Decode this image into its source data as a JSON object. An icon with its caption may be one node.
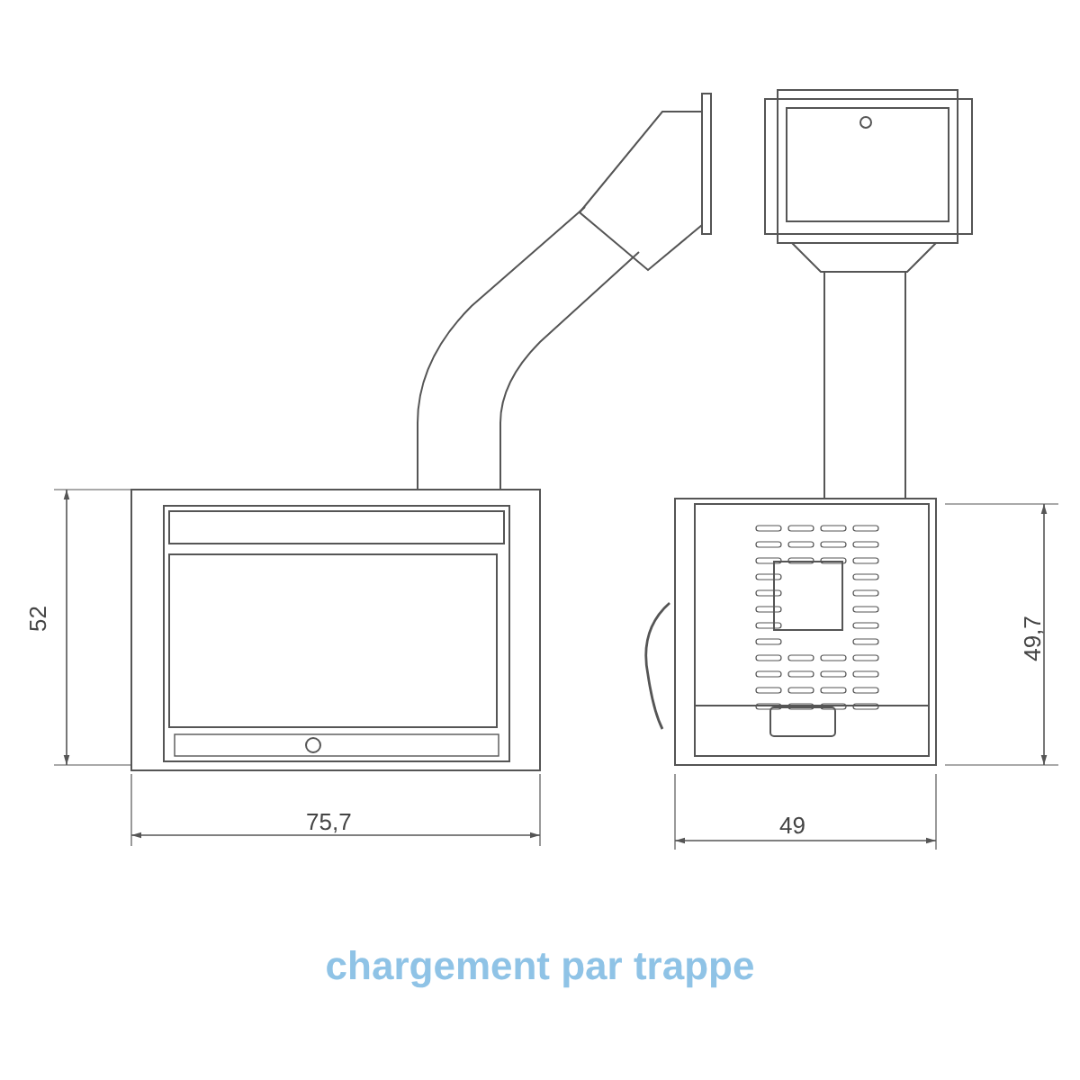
{
  "diagram": {
    "caption": "chargement par trappe",
    "labels": [
      "52",
      "75,7",
      "49",
      "49,7"
    ]
  }
}
